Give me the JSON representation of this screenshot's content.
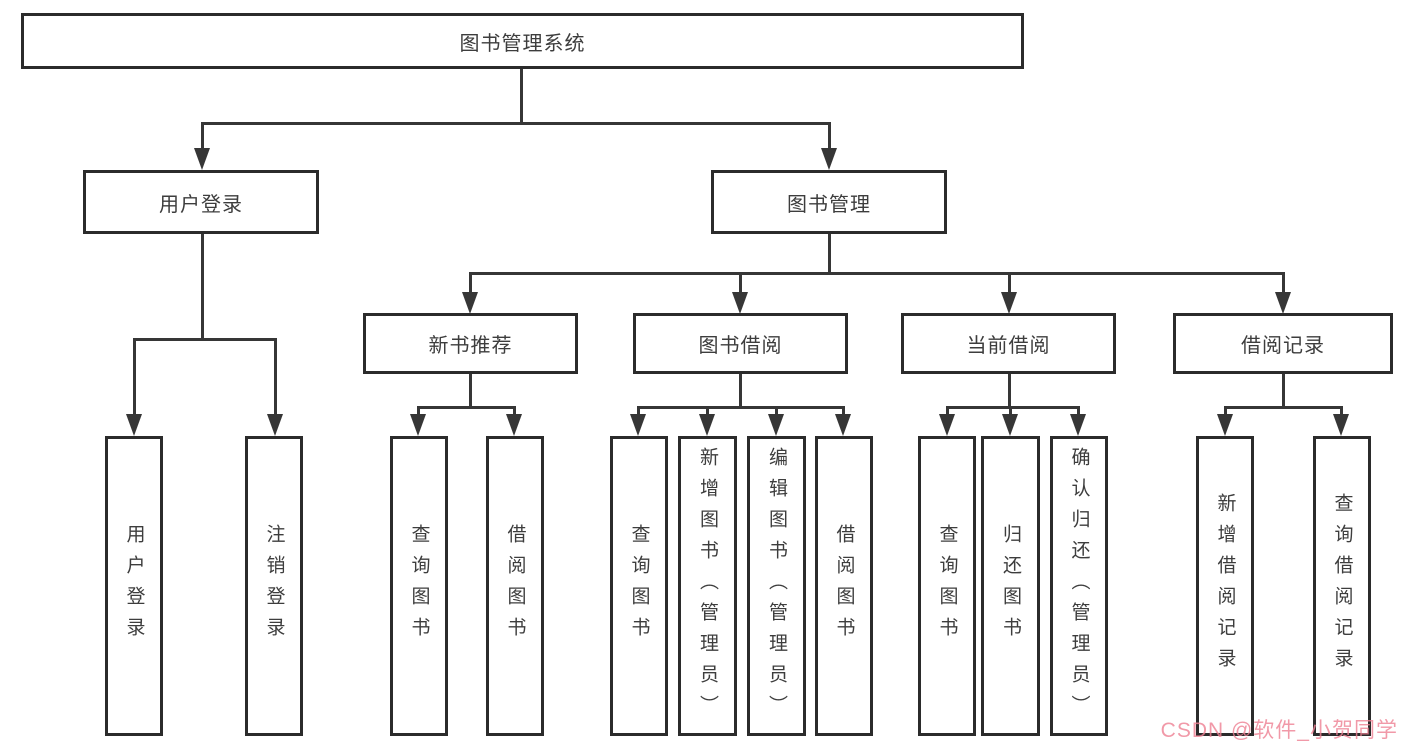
{
  "diagram": {
    "root": {
      "label": "图书管理系统"
    },
    "modules": [
      {
        "label": "用户登录"
      },
      {
        "label": "图书管理"
      }
    ],
    "submodules": [
      {
        "label": "新书推荐"
      },
      {
        "label": "图书借阅"
      },
      {
        "label": "当前借阅"
      },
      {
        "label": "借阅记录"
      }
    ],
    "leaves": {
      "user_login": [
        "用户登录",
        "注销登录"
      ],
      "new_book": [
        "查询图书",
        "借阅图书"
      ],
      "book_borrow": [
        "查询图书",
        "新增图书（管理员）",
        "编辑图书（管理员）",
        "借阅图书"
      ],
      "current_borrow": [
        "查询图书",
        "归还图书",
        "确认归还（管理员）"
      ],
      "borrow_records": [
        "新增借阅记录",
        "查询借阅记录"
      ]
    }
  },
  "watermark": {
    "text": "CSDN @软件_小贺同学",
    "color": "#ee8093"
  },
  "colors": {
    "line": "#363636",
    "box_border": "#2b2b2b",
    "text": "#3d3d3d",
    "background": "#ffffff"
  }
}
